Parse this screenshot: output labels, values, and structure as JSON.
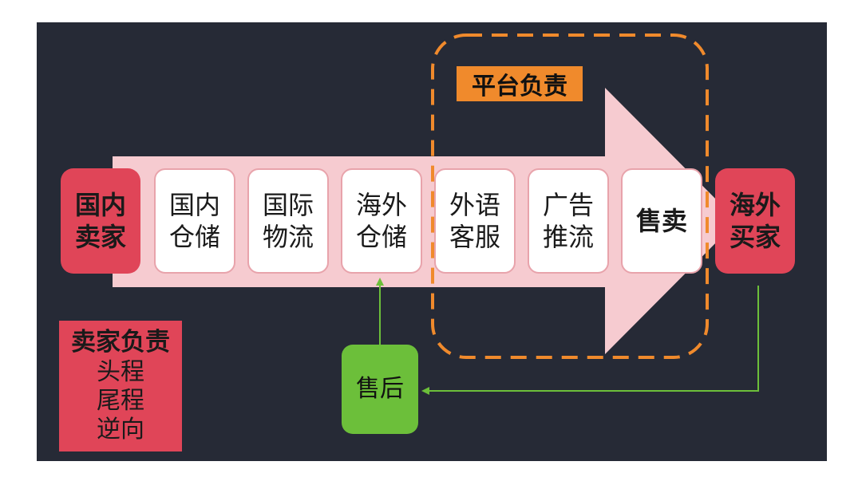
{
  "colors": {
    "background": "#262a36",
    "flow_arrow": "#f6cbd0",
    "endpoint": "#e04558",
    "platform_border": "#f08a2c",
    "after_sales": "#6cbf3a",
    "connector": "#6cbf3a"
  },
  "source": {
    "label": "国内\n卖家"
  },
  "steps": [
    {
      "label": "国内\n仓储"
    },
    {
      "label": "国际\n物流"
    },
    {
      "label": "海外\n仓储"
    },
    {
      "label": "外语\n客服"
    },
    {
      "label": "广告\n推流"
    },
    {
      "label": "售卖"
    }
  ],
  "destination": {
    "label": "海外\n买家"
  },
  "platform": {
    "label": "平台负责"
  },
  "seller": {
    "title": "卖家负责",
    "items": [
      "头程",
      "尾程",
      "逆向"
    ]
  },
  "after_sales": {
    "label": "售后"
  }
}
